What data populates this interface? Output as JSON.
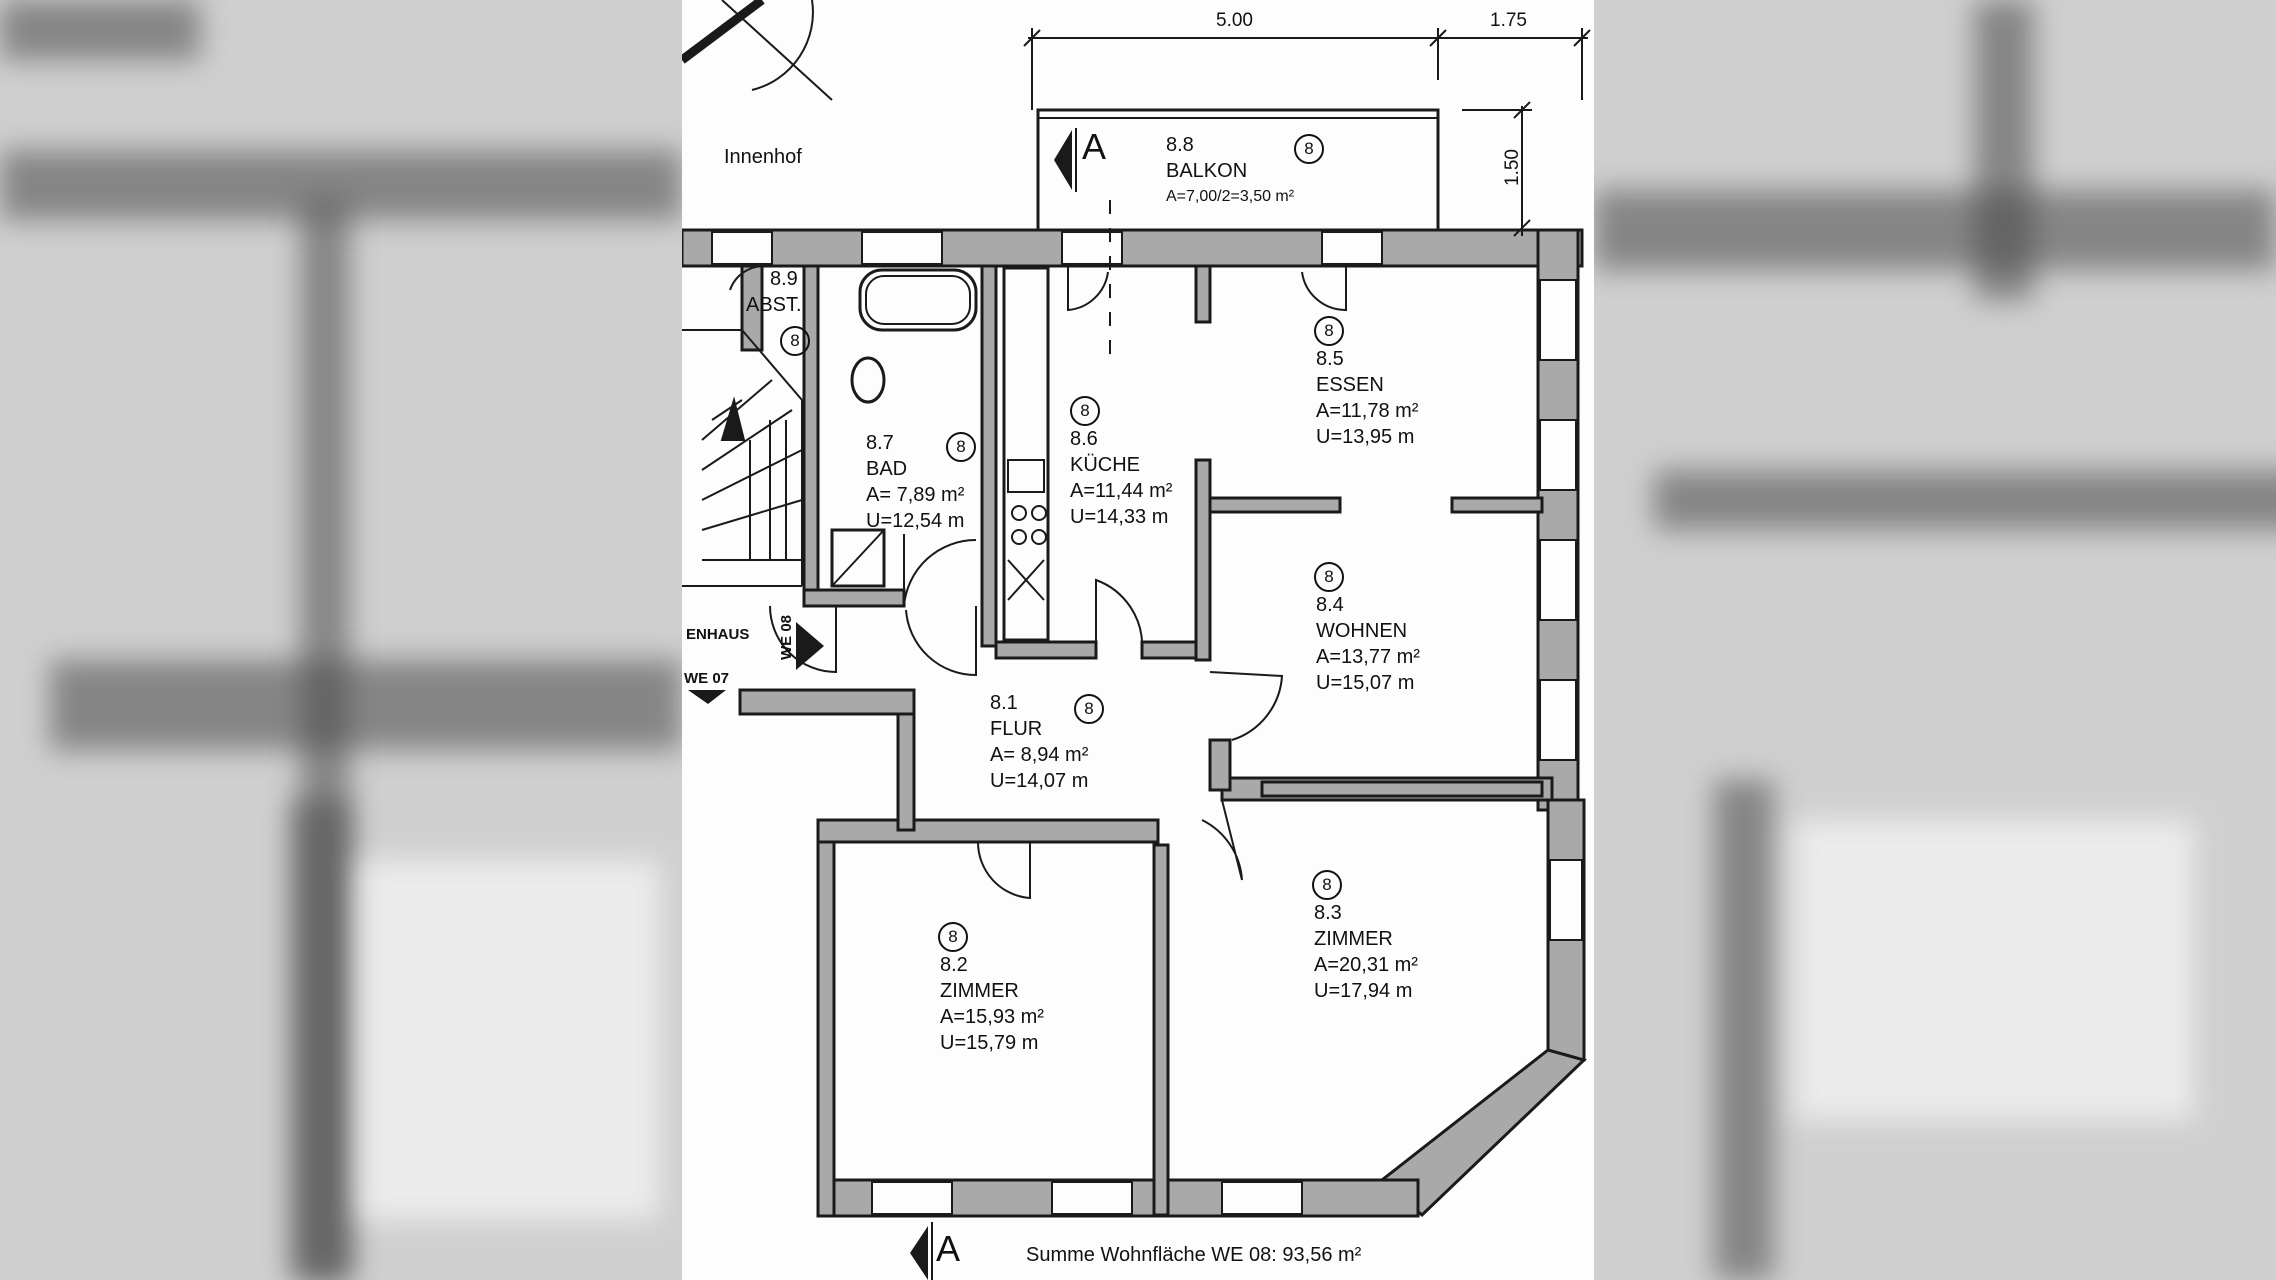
{
  "dimensions": {
    "width_top_a": "5.00",
    "width_top_b": "1.75",
    "height_right": "1.50"
  },
  "labels": {
    "courtyard": "Innenhof",
    "stairwell": "ENHAUS",
    "unit_marker": "WE 08",
    "neighbor_unit": "WE 07",
    "section_marker": "A"
  },
  "rooms": {
    "balkon": {
      "num": "8.8",
      "name": "BALKON",
      "area": "A=7,00/2=3,50 m²",
      "circle": "8"
    },
    "abst": {
      "num": "8.9",
      "name": "ABST.",
      "circle": "8"
    },
    "bad": {
      "num": "8.7",
      "name": "BAD",
      "area": "A=  7,89 m²",
      "perimeter": "U=12,54 m",
      "circle": "8"
    },
    "kueche": {
      "num": "8.6",
      "name": "KÜCHE",
      "area": "A=11,44 m²",
      "perimeter": "U=14,33 m",
      "circle": "8"
    },
    "essen": {
      "num": "8.5",
      "name": "ESSEN",
      "area": "A=11,78 m²",
      "perimeter": "U=13,95 m",
      "circle": "8"
    },
    "wohnen": {
      "num": "8.4",
      "name": "WOHNEN",
      "area": "A=13,77 m²",
      "perimeter": "U=15,07 m",
      "circle": "8"
    },
    "flur": {
      "num": "8.1",
      "name": "FLUR",
      "area": "A=  8,94 m²",
      "perimeter": "U=14,07 m",
      "circle": "8"
    },
    "zimmer2": {
      "num": "8.2",
      "name": "ZIMMER",
      "area": "A=15,93 m²",
      "perimeter": "U=15,79 m",
      "circle": "8"
    },
    "zimmer3": {
      "num": "8.3",
      "name": "ZIMMER",
      "area": "A=20,31 m²",
      "perimeter": "U=17,94 m",
      "circle": "8"
    }
  },
  "summary": "Summe Wohnfläche WE 08: 93,56 m²"
}
